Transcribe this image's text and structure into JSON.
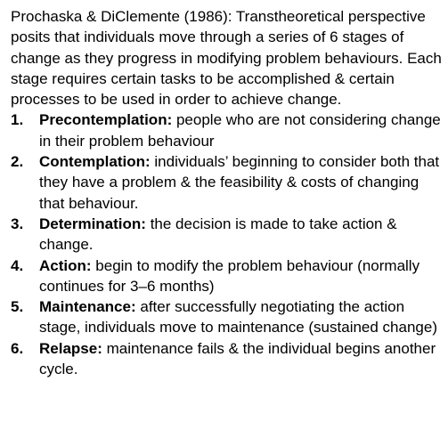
{
  "document": {
    "intro": "Prochaska & DiClemente (1986): Transtheoretical perspective posits that individuals move through a series of 6 stages of change as they progress in modifying problem behaviours. Each stage requires certain tasks to be accomplished & certain processes to be used in order to achieve change.",
    "stages": [
      {
        "number": "1.",
        "term": "Precontemplation:",
        "description": "people who are not considering change in their problem behaviour"
      },
      {
        "number": "2.",
        "term": "Contemplation:",
        "description": "individuals’ beginning to consider both that they have a problem & the feasibility & costs of changing that behaviour."
      },
      {
        "number": "3.",
        "term": "Determination:",
        "description": "the decision is made to take action & change."
      },
      {
        "number": "4.",
        "term": "Action:",
        "description": "begin to modify the problem behaviour (normally continues for 3–6 months)"
      },
      {
        "number": "5.",
        "term": "Maintenance:",
        "description": "after successfully negotiating the action stage, individuals move to maintenance (sustained change)"
      },
      {
        "number": "6.",
        "term": "Relapse:",
        "description": "maintenance fails & the individual begins another cycle."
      }
    ]
  }
}
